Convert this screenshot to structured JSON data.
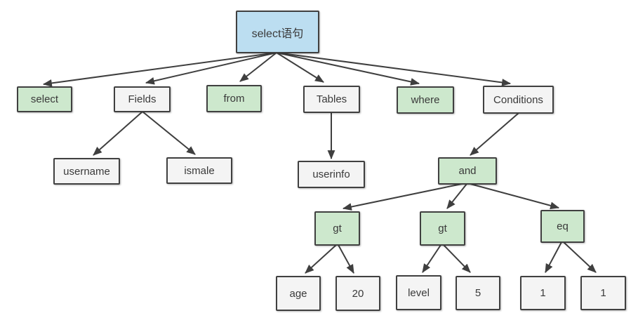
{
  "diagram": {
    "type": "tree",
    "description_labels": {
      "root": "select语句"
    },
    "colors": {
      "root_fill": "#bcdef1",
      "keyword_fill": "#cde8cd",
      "plain_fill": "#f4f4f4",
      "border": "#404040",
      "arrow": "#3f3f3f",
      "text": "#3a3a3a",
      "background": "#ffffff"
    },
    "nodes": {
      "root": {
        "label": "select语句",
        "kind": "root"
      },
      "select_kw": {
        "label": "select",
        "kind": "keyword"
      },
      "fields": {
        "label": "Fields",
        "kind": "plain"
      },
      "from_kw": {
        "label": "from",
        "kind": "keyword"
      },
      "tables": {
        "label": "Tables",
        "kind": "plain"
      },
      "where_kw": {
        "label": "where",
        "kind": "keyword"
      },
      "conditions": {
        "label": "Conditions",
        "kind": "plain"
      },
      "username": {
        "label": "username",
        "kind": "plain"
      },
      "ismale": {
        "label": "ismale",
        "kind": "plain"
      },
      "userinfo": {
        "label": "userinfo",
        "kind": "plain"
      },
      "and_op": {
        "label": "and",
        "kind": "keyword"
      },
      "gt_left": {
        "label": "gt",
        "kind": "keyword"
      },
      "gt_mid": {
        "label": "gt",
        "kind": "keyword"
      },
      "eq_op": {
        "label": "eq",
        "kind": "keyword"
      },
      "age": {
        "label": "age",
        "kind": "plain"
      },
      "num_20": {
        "label": "20",
        "kind": "plain"
      },
      "level": {
        "label": "level",
        "kind": "plain"
      },
      "num_5": {
        "label": "5",
        "kind": "plain"
      },
      "num_1_left": {
        "label": "1",
        "kind": "plain"
      },
      "num_1_right": {
        "label": "1",
        "kind": "plain"
      }
    },
    "edges": [
      [
        "root",
        "select_kw"
      ],
      [
        "root",
        "fields"
      ],
      [
        "root",
        "from_kw"
      ],
      [
        "root",
        "tables"
      ],
      [
        "root",
        "where_kw"
      ],
      [
        "root",
        "conditions"
      ],
      [
        "fields",
        "username"
      ],
      [
        "fields",
        "ismale"
      ],
      [
        "tables",
        "userinfo"
      ],
      [
        "conditions",
        "and_op"
      ],
      [
        "and_op",
        "gt_left"
      ],
      [
        "and_op",
        "gt_mid"
      ],
      [
        "and_op",
        "eq_op"
      ],
      [
        "gt_left",
        "age"
      ],
      [
        "gt_left",
        "num_20"
      ],
      [
        "gt_mid",
        "level"
      ],
      [
        "gt_mid",
        "num_5"
      ],
      [
        "eq_op",
        "num_1_left"
      ],
      [
        "eq_op",
        "num_1_right"
      ]
    ]
  }
}
